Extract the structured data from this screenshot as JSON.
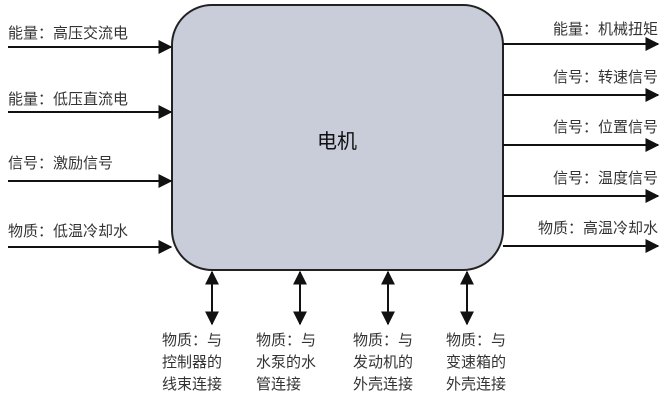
{
  "center": {
    "label": "电机",
    "fill": "#c9ccd9",
    "stroke": "#222222"
  },
  "inputs": [
    {
      "label": "能量：高压交流电"
    },
    {
      "label": "能量：低压直流电"
    },
    {
      "label": "信号：激励信号"
    },
    {
      "label": "物质：低温冷却水"
    }
  ],
  "outputs": [
    {
      "label": "能量：机械扭矩"
    },
    {
      "label": "信号：转速信号"
    },
    {
      "label": "信号：位置信号"
    },
    {
      "label": "信号：温度信号"
    },
    {
      "label": "物质：高温冷却水"
    }
  ],
  "connections": [
    {
      "lines": [
        "物质：与",
        "控制器的",
        "线束连接"
      ]
    },
    {
      "lines": [
        "物质：与",
        "水泵的水",
        "管连接"
      ]
    },
    {
      "lines": [
        "物质：与",
        "发动机的",
        "外壳连接"
      ]
    },
    {
      "lines": [
        "物质：与",
        "变速箱的",
        "外壳连接"
      ]
    }
  ]
}
